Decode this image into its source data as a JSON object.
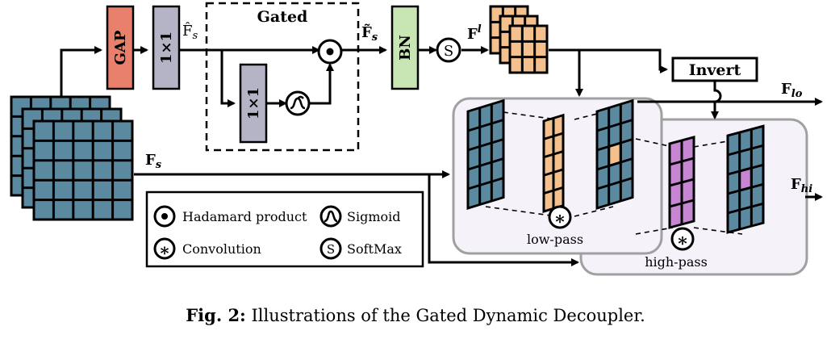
{
  "blocks": {
    "gap": "GAP",
    "conv1": "1×1",
    "conv2": "1×1",
    "bn": "BN",
    "invert": "Invert",
    "gated": "Gated"
  },
  "symbols": {
    "softmax": "S"
  },
  "labels": {
    "fs_hat": "F̂",
    "fs_hat_sub": "s",
    "fs_tilde": "F̃",
    "fs_tilde_sub": "s",
    "fl": "F",
    "fl_sup": "l",
    "flo": "F",
    "flo_sub": "lo",
    "fhi": "F",
    "fhi_sub": "hi",
    "fs": "F",
    "fs_sub": "s",
    "low_pass": "low-pass",
    "high_pass": "high-pass"
  },
  "legend": {
    "hadamard": "Hadamard product",
    "sigmoid": "Sigmoid",
    "convolution": "Convolution",
    "softmax": "SoftMax"
  },
  "caption": {
    "prefix": "Fig. 2:",
    "text": "Illustrations of the Gated Dynamic Decoupler."
  },
  "colors": {
    "gap": "#e8806c",
    "conv": "#b4b4c6",
    "bn": "#c8e6b4",
    "feature": "#5b89a0",
    "orange": "#f4c08e",
    "purple": "#c686d2",
    "panel": "#f5f2fa",
    "panel_border": "#a0a0a0"
  }
}
